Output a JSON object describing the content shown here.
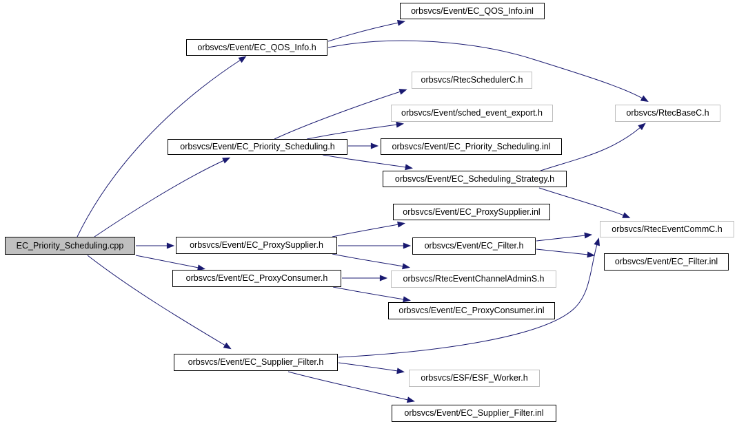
{
  "diagram": {
    "type": "doxygen-include-dependency-graph",
    "root_file": "EC_Priority_Scheduling.cpp",
    "colors": {
      "background": "#ffffff",
      "edge": "#191970",
      "node_border": "#000000",
      "external_node_border": "#bebebe",
      "root_node_fill": "#c0c0c0",
      "text": "#000000"
    },
    "nodes": [
      {
        "id": "ec-priority-scheduling-cpp",
        "label": "EC_Priority_Scheduling.cpp",
        "kind": "root"
      },
      {
        "id": "ec-qos-info-h",
        "label": "orbsvcs/Event/EC_QOS_Info.h",
        "kind": "documented"
      },
      {
        "id": "ec-qos-info-inl",
        "label": "orbsvcs/Event/EC_QOS_Info.inl",
        "kind": "documented"
      },
      {
        "id": "rtecschedulerc-h",
        "label": "orbsvcs/RtecSchedulerC.h",
        "kind": "external"
      },
      {
        "id": "sched-event-export-h",
        "label": "orbsvcs/Event/sched_event_export.h",
        "kind": "external"
      },
      {
        "id": "rtecbasec-h",
        "label": "orbsvcs/RtecBaseC.h",
        "kind": "external"
      },
      {
        "id": "ec-priority-scheduling-h",
        "label": "orbsvcs/Event/EC_Priority_Scheduling.h",
        "kind": "documented"
      },
      {
        "id": "ec-priority-scheduling-inl",
        "label": "orbsvcs/Event/EC_Priority_Scheduling.inl",
        "kind": "documented"
      },
      {
        "id": "ec-scheduling-strategy-h",
        "label": "orbsvcs/Event/EC_Scheduling_Strategy.h",
        "kind": "documented"
      },
      {
        "id": "ec-proxysupplier-inl",
        "label": "orbsvcs/Event/EC_ProxySupplier.inl",
        "kind": "documented"
      },
      {
        "id": "ec-proxysupplier-h",
        "label": "orbsvcs/Event/EC_ProxySupplier.h",
        "kind": "documented"
      },
      {
        "id": "ec-filter-h",
        "label": "orbsvcs/Event/EC_Filter.h",
        "kind": "documented"
      },
      {
        "id": "rteceventcommc-h",
        "label": "orbsvcs/RtecEventCommC.h",
        "kind": "external"
      },
      {
        "id": "ec-filter-inl",
        "label": "orbsvcs/Event/EC_Filter.inl",
        "kind": "documented"
      },
      {
        "id": "ec-proxyconsumer-h",
        "label": "orbsvcs/Event/EC_ProxyConsumer.h",
        "kind": "documented"
      },
      {
        "id": "rteceventchanneladmins-h",
        "label": "orbsvcs/RtecEventChannelAdminS.h",
        "kind": "external"
      },
      {
        "id": "ec-proxyconsumer-inl",
        "label": "orbsvcs/Event/EC_ProxyConsumer.inl",
        "kind": "documented"
      },
      {
        "id": "ec-supplier-filter-h",
        "label": "orbsvcs/Event/EC_Supplier_Filter.h",
        "kind": "documented"
      },
      {
        "id": "esf-worker-h",
        "label": "orbsvcs/ESF/ESF_Worker.h",
        "kind": "external"
      },
      {
        "id": "ec-supplier-filter-inl",
        "label": "orbsvcs/Event/EC_Supplier_Filter.inl",
        "kind": "documented"
      }
    ],
    "edges": [
      {
        "from": "ec-priority-scheduling-cpp",
        "to": "ec-qos-info-h"
      },
      {
        "from": "ec-priority-scheduling-cpp",
        "to": "ec-priority-scheduling-h"
      },
      {
        "from": "ec-priority-scheduling-cpp",
        "to": "ec-proxysupplier-h"
      },
      {
        "from": "ec-priority-scheduling-cpp",
        "to": "ec-proxyconsumer-h"
      },
      {
        "from": "ec-priority-scheduling-cpp",
        "to": "ec-supplier-filter-h"
      },
      {
        "from": "ec-qos-info-h",
        "to": "ec-qos-info-inl"
      },
      {
        "from": "ec-qos-info-h",
        "to": "rtecbasec-h"
      },
      {
        "from": "ec-priority-scheduling-h",
        "to": "rtecschedulerc-h"
      },
      {
        "from": "ec-priority-scheduling-h",
        "to": "sched-event-export-h"
      },
      {
        "from": "ec-priority-scheduling-h",
        "to": "ec-priority-scheduling-inl"
      },
      {
        "from": "ec-priority-scheduling-h",
        "to": "ec-scheduling-strategy-h"
      },
      {
        "from": "ec-scheduling-strategy-h",
        "to": "rtecbasec-h"
      },
      {
        "from": "ec-scheduling-strategy-h",
        "to": "rteceventcommc-h"
      },
      {
        "from": "ec-proxysupplier-h",
        "to": "ec-proxysupplier-inl"
      },
      {
        "from": "ec-proxysupplier-h",
        "to": "ec-filter-h"
      },
      {
        "from": "ec-proxysupplier-h",
        "to": "rteceventchanneladmins-h"
      },
      {
        "from": "ec-filter-h",
        "to": "rteceventcommc-h"
      },
      {
        "from": "ec-filter-h",
        "to": "ec-filter-inl"
      },
      {
        "from": "ec-proxyconsumer-h",
        "to": "rteceventchanneladmins-h"
      },
      {
        "from": "ec-proxyconsumer-h",
        "to": "ec-proxyconsumer-inl"
      },
      {
        "from": "ec-supplier-filter-h",
        "to": "rteceventcommc-h"
      },
      {
        "from": "ec-supplier-filter-h",
        "to": "esf-worker-h"
      },
      {
        "from": "ec-supplier-filter-h",
        "to": "ec-supplier-filter-inl"
      }
    ]
  }
}
